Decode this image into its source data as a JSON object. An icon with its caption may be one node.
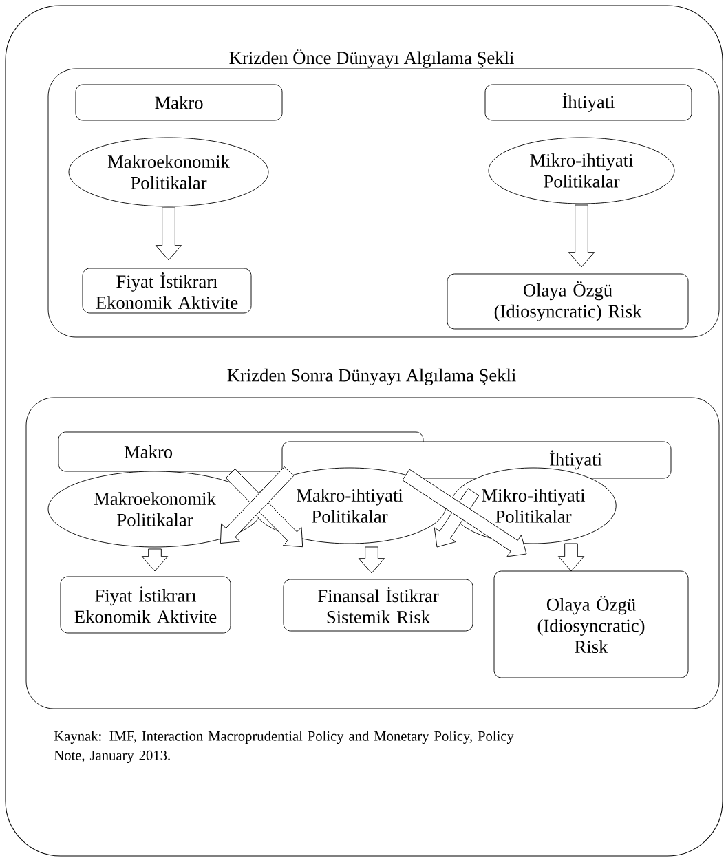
{
  "diagram": {
    "caption": "Kaynak: IMF, Interaction Macroprudential Policy and Monetary Policy, Policy Note, January 2013.",
    "nodes": [
      {
        "text": [
          "Krizden Önce Dünyayı Algılama Şekli"
        ]
      },
      {
        "text": [
          "Makro"
        ],
        "in": 0
      },
      {
        "text": [
          "İhtiyati"
        ],
        "in": 0
      },
      {
        "text": [
          "Makroekonomik Politikalar"
        ],
        "in": 0
      },
      {
        "text": [
          "Mikro-ihtiyati Politikalar"
        ],
        "in": 0
      },
      {
        "text": [
          "Fiyat İstikrarı Ekonomik Aktivite"
        ],
        "in": 0
      },
      {
        "text": [
          "Olaya Özgü (Idiosyncratic) Risk"
        ],
        "in": 0
      },
      {
        "text": [
          "Krizden Sonra Dünyayı Algılama Şekli"
        ]
      },
      {
        "text": [
          "Makro"
        ],
        "in": 7
      },
      {
        "text": [
          "İhtiyati"
        ],
        "in": 7
      },
      {
        "text": [
          "Makroekonomik Politikalar"
        ],
        "in": 7
      },
      {
        "text": [
          "Makro-ihtiyati Politikalar"
        ],
        "in": 7
      },
      {
        "text": [
          "Mikro-ihtiyati Politikalar"
        ],
        "in": 7
      },
      {
        "text": [
          "Fiyat İstikrarı Ekonomik Aktivite"
        ],
        "in": 7
      },
      {
        "text": [
          "Finansal İstikrar Sistemik Risk"
        ],
        "in": 7
      },
      {
        "text": [
          "Olaya Özgü (Idiosyncratic) Risk"
        ],
        "in": 7
      }
    ],
    "edges": [
      {
        "from": 3,
        "to": 5,
        "arrow": "to"
      },
      {
        "from": 4,
        "to": 6,
        "arrow": "to"
      },
      {
        "from": 10,
        "to": 13,
        "arrow": "to"
      },
      {
        "from": 10,
        "to": 14,
        "arrow": "to"
      },
      {
        "from": 11,
        "to": 13,
        "arrow": "to"
      },
      {
        "from": 11,
        "to": 14,
        "arrow": "to"
      },
      {
        "from": 12,
        "to": 14,
        "arrow": "to"
      },
      {
        "from": 11,
        "to": 15,
        "arrow": "to"
      },
      {
        "from": 12,
        "to": 15,
        "arrow": "to"
      }
    ]
  }
}
